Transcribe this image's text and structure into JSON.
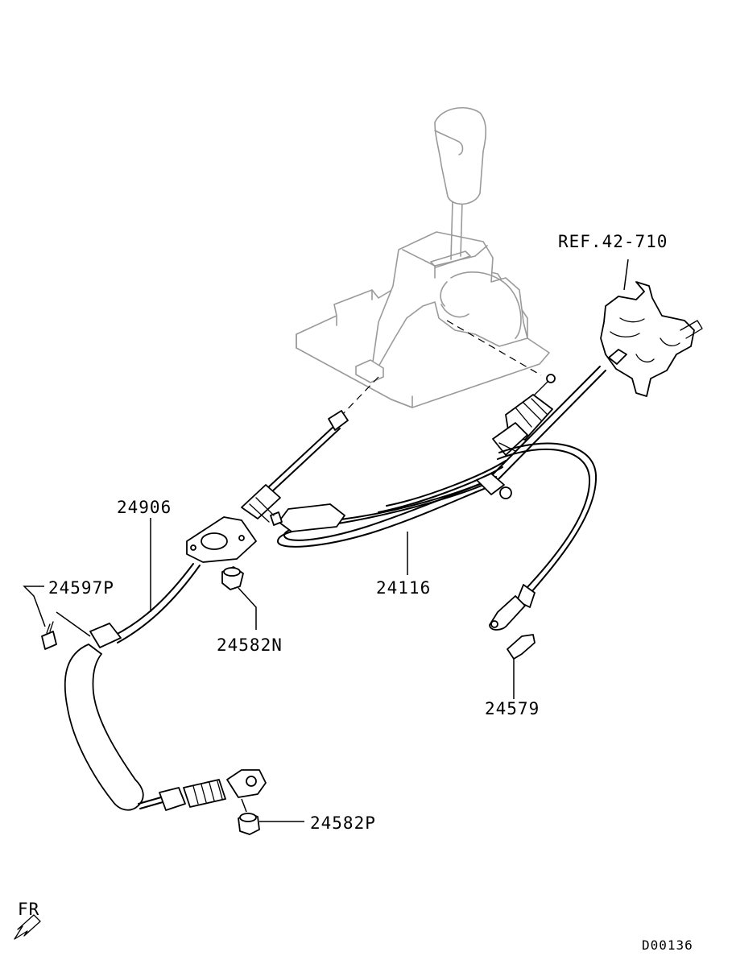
{
  "labels": {
    "ref": "REF.42-710",
    "cable_24906": "24906",
    "bolt_24597P": "24597P",
    "bushing_24582N": "24582N",
    "cable_24116": "24116",
    "clip_24579": "24579",
    "bushing_24582P": "24582P"
  },
  "orientation": {
    "front_text": "FR"
  },
  "diagram_id": "D00136"
}
